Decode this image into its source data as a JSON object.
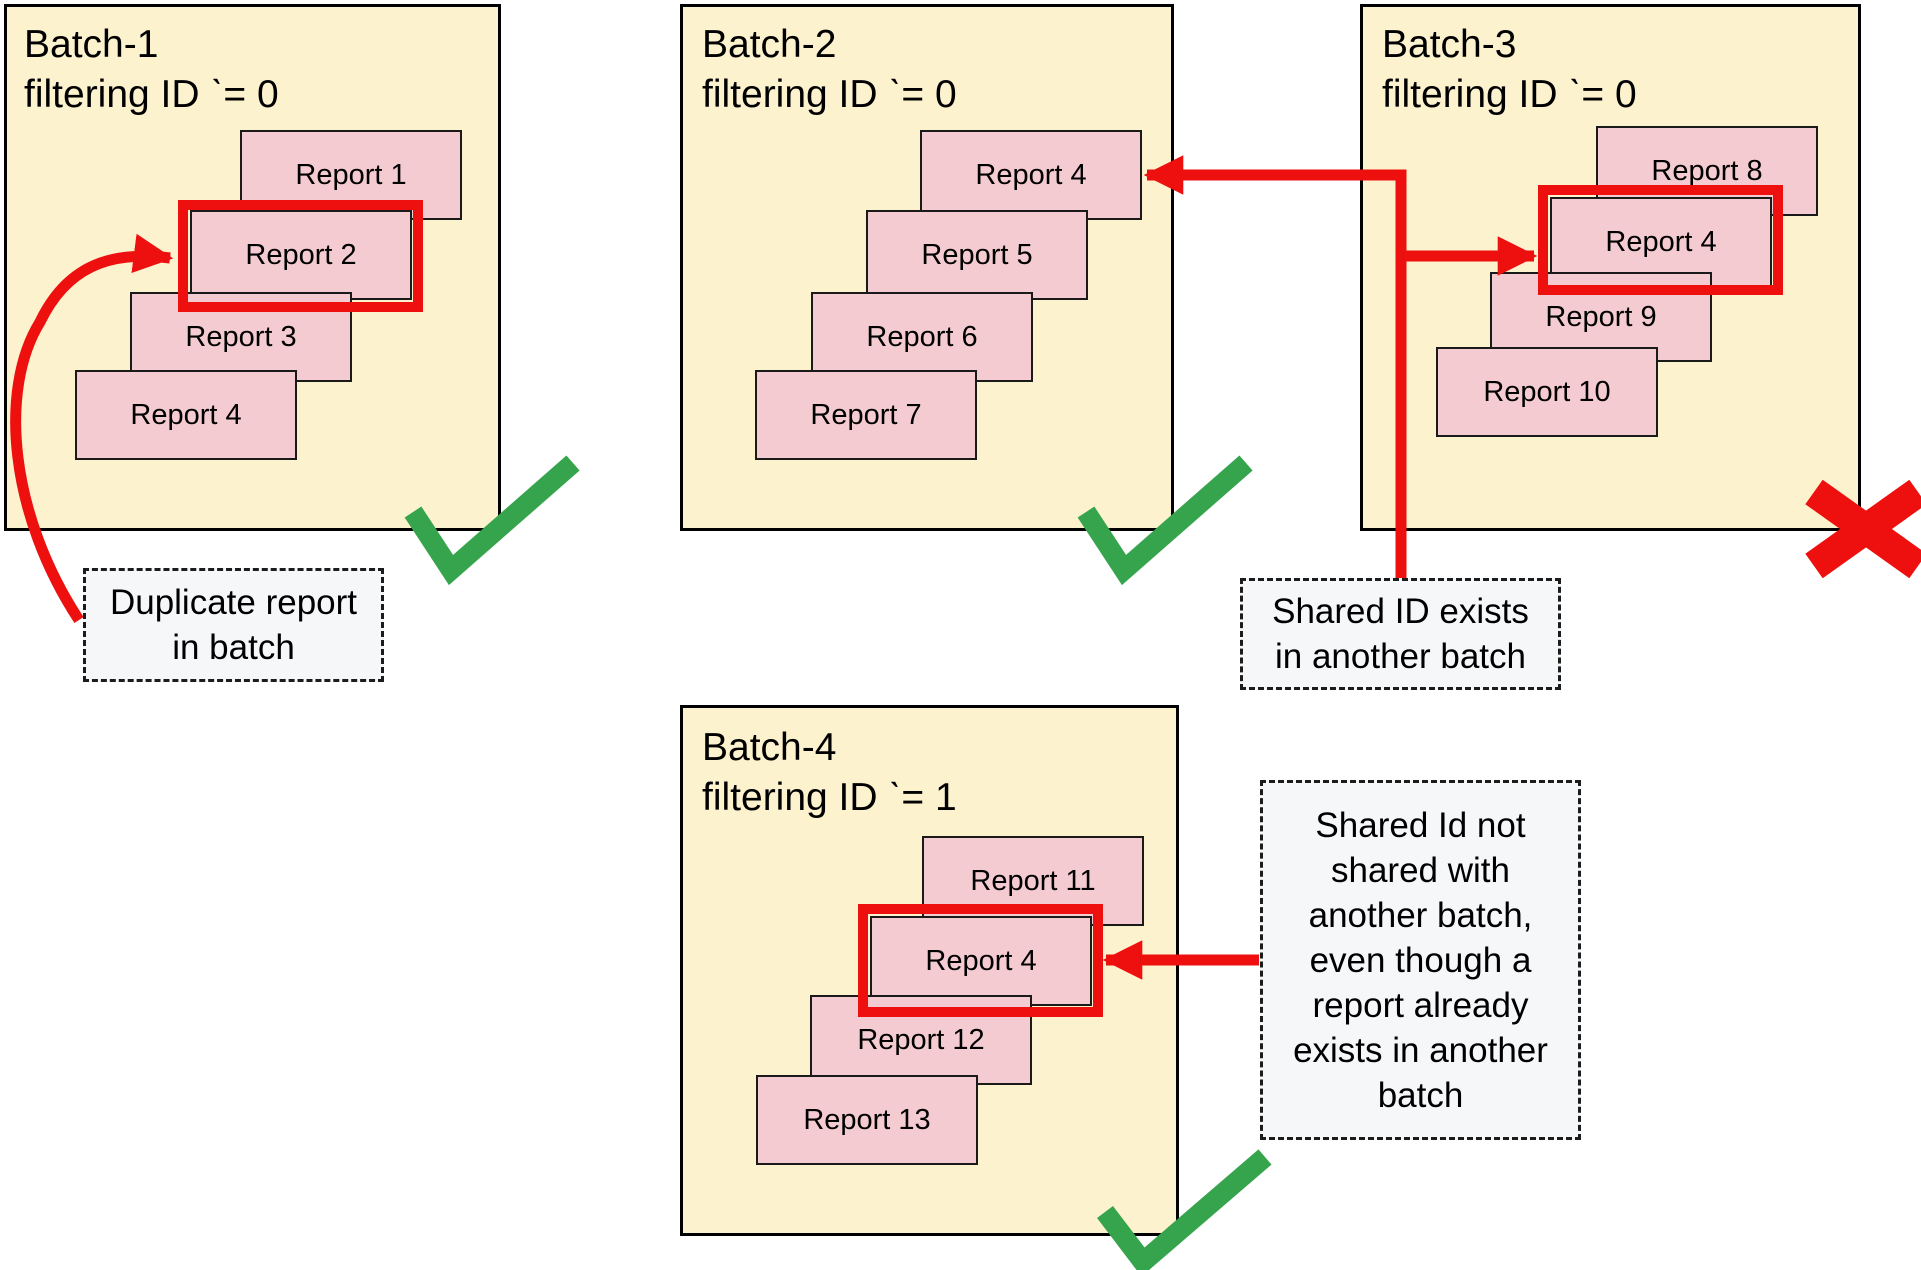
{
  "diagram": {
    "colors": {
      "batch_bg": "#fdf2ce",
      "card_bg": "#f4cbd1",
      "accent_red": "#ee0f0f",
      "check_green": "#35a44c",
      "note_bg": "#f5f7f9"
    },
    "batches": [
      {
        "title_lines": [
          "Batch-1",
          "filtering ID ˋ= 0"
        ],
        "status": "pass",
        "status_icon": "checkmark-icon",
        "highlighted_report": "Report 2",
        "reports": [
          "Report 1",
          "Report 2",
          "Report 3",
          "Report 4"
        ]
      },
      {
        "title_lines": [
          "Batch-2",
          "filtering ID ˋ= 0"
        ],
        "status": "pass",
        "status_icon": "checkmark-icon",
        "highlighted_report": null,
        "reports": [
          "Report 4",
          "Report 5",
          "Report 6",
          "Report 7"
        ]
      },
      {
        "title_lines": [
          "Batch-3",
          "filtering ID ˋ= 0"
        ],
        "status": "fail",
        "status_icon": "cross-icon",
        "highlighted_report": "Report 4",
        "reports": [
          "Report 8",
          "Report 4",
          "Report 9",
          "Report 10"
        ]
      },
      {
        "title_lines": [
          "Batch-4",
          "filtering ID ˋ= 1"
        ],
        "status": "pass",
        "status_icon": "checkmark-icon",
        "highlighted_report": "Report 4",
        "reports": [
          "Report 11",
          "Report 4",
          "Report 12",
          "Report 13"
        ]
      }
    ],
    "annotations": [
      {
        "id": "duplicate-note",
        "lines": [
          "Duplicate report",
          "in batch"
        ]
      },
      {
        "id": "shared-id-note",
        "lines": [
          "Shared ID exists",
          "in another batch"
        ]
      },
      {
        "id": "not-shared-note",
        "lines": [
          "Shared Id not",
          "shared with",
          "another batch,",
          "even though a",
          "report already",
          "exists in another",
          "batch"
        ]
      }
    ]
  }
}
